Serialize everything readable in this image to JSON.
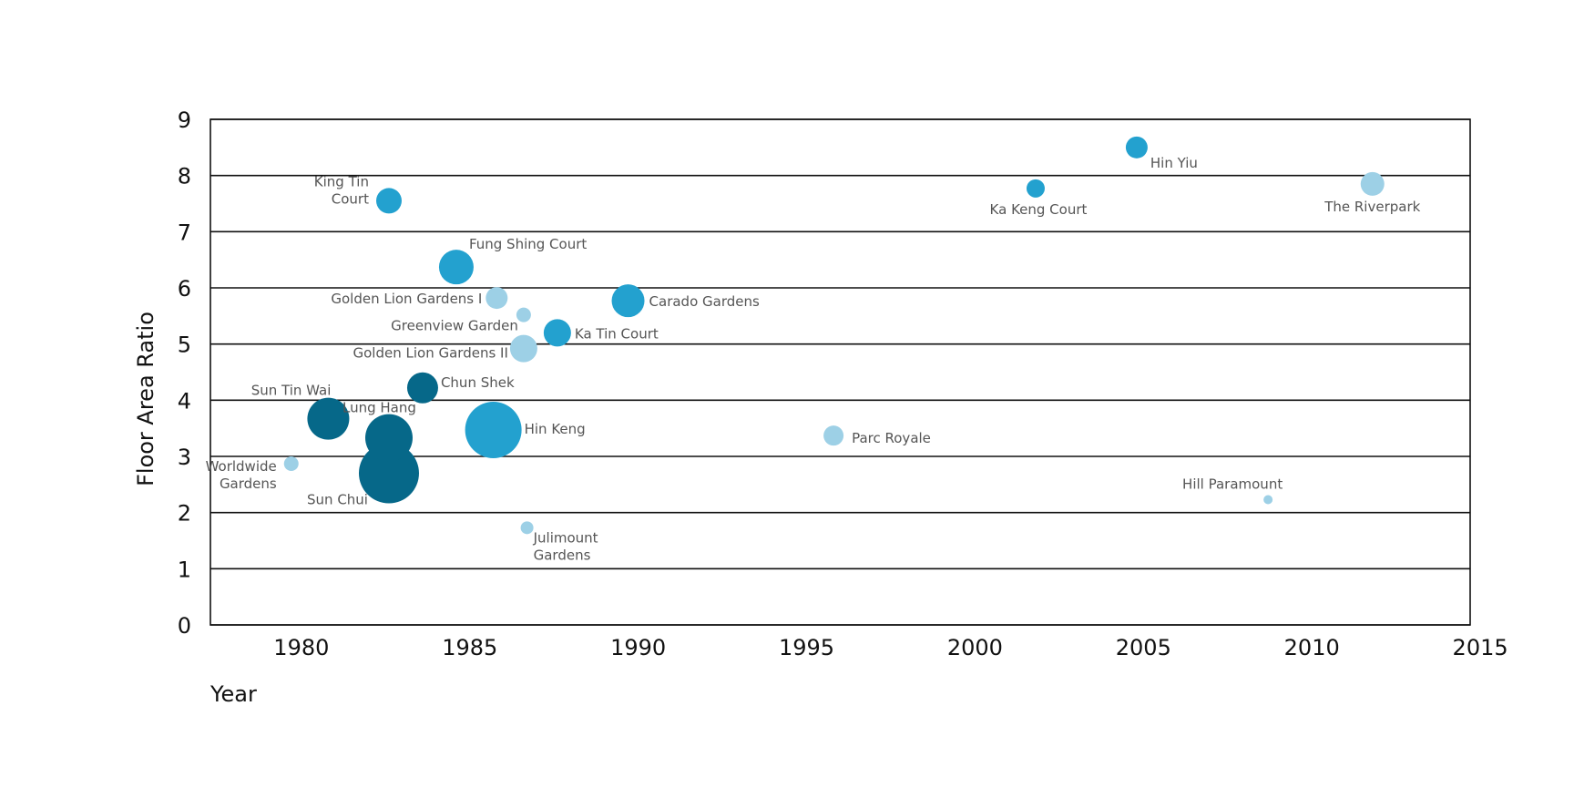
{
  "chart_data": {
    "type": "scatter",
    "title": "",
    "xlabel": "Year",
    "ylabel": "Floor Area Ratio",
    "xlim": [
      1977.3,
      2014.7
    ],
    "ylim": [
      0,
      9
    ],
    "x_ticks": [
      1980,
      1985,
      1990,
      1995,
      2000,
      2005,
      2010,
      2015
    ],
    "y_ticks": [
      0,
      1,
      2,
      3,
      4,
      5,
      6,
      7,
      8,
      9
    ],
    "grid": "horizontal",
    "legend": "none",
    "colors": {
      "light": "#9dd0e6",
      "medium": "#23a1cf",
      "dark": "#066889",
      "axis": "#111111",
      "label": "#555555"
    },
    "points": [
      {
        "name": "King Tin\nCourt",
        "x": 1982.6,
        "y": 7.55,
        "size": 14,
        "color": "medium"
      },
      {
        "name": "Fung Shing Court",
        "x": 1984.6,
        "y": 6.37,
        "size": 19,
        "color": "medium"
      },
      {
        "name": "Golden Lion Gardens I",
        "x": 1985.8,
        "y": 5.82,
        "size": 12,
        "color": "light"
      },
      {
        "name": "Greenview Garden",
        "x": 1986.6,
        "y": 5.52,
        "size": 8,
        "color": "light"
      },
      {
        "name": "Carado Gardens",
        "x": 1989.7,
        "y": 5.77,
        "size": 18,
        "color": "medium"
      },
      {
        "name": "Ka Tin Court",
        "x": 1987.6,
        "y": 5.2,
        "size": 15,
        "color": "medium"
      },
      {
        "name": "Golden Lion Gardens II",
        "x": 1986.6,
        "y": 4.92,
        "size": 15,
        "color": "light"
      },
      {
        "name": "Chun Shek",
        "x": 1983.6,
        "y": 4.22,
        "size": 17,
        "color": "dark"
      },
      {
        "name": "Sun Tin Wai",
        "x": 1980.8,
        "y": 3.67,
        "size": 23,
        "color": "dark"
      },
      {
        "name": "Lung Hang",
        "x": 1982.6,
        "y": 3.33,
        "size": 26,
        "color": "dark"
      },
      {
        "name": "Hin Keng",
        "x": 1985.7,
        "y": 3.47,
        "size": 31,
        "color": "medium"
      },
      {
        "name": "Sun Chui",
        "x": 1982.6,
        "y": 2.7,
        "size": 33,
        "color": "dark"
      },
      {
        "name": "Worldwide\nGardens",
        "x": 1979.7,
        "y": 2.87,
        "size": 8,
        "color": "light"
      },
      {
        "name": "Julimount\nGardens",
        "x": 1986.7,
        "y": 1.73,
        "size": 7,
        "color": "light"
      },
      {
        "name": "Parc Royale",
        "x": 1995.8,
        "y": 3.37,
        "size": 11,
        "color": "light"
      },
      {
        "name": "Ka Keng Court",
        "x": 2001.8,
        "y": 7.77,
        "size": 10,
        "color": "medium"
      },
      {
        "name": "Hin Yiu",
        "x": 2004.8,
        "y": 8.5,
        "size": 12,
        "color": "medium"
      },
      {
        "name": "The Riverpark",
        "x": 2011.8,
        "y": 7.85,
        "size": 13,
        "color": "light"
      },
      {
        "name": "Hill Paramount",
        "x": 2008.7,
        "y": 2.23,
        "size": 5,
        "color": "light"
      }
    ]
  }
}
